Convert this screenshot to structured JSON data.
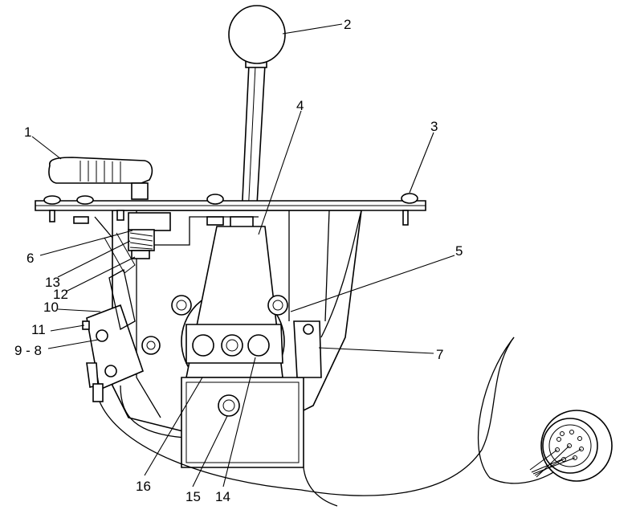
{
  "diagram": {
    "callouts": [
      {
        "id": "c1",
        "text": "1"
      },
      {
        "id": "c2",
        "text": "2"
      },
      {
        "id": "c3",
        "text": "3"
      },
      {
        "id": "c4",
        "text": "4"
      },
      {
        "id": "c5",
        "text": "5"
      },
      {
        "id": "c6",
        "text": "6"
      },
      {
        "id": "c7",
        "text": "7"
      },
      {
        "id": "c98",
        "text": "9 - 8"
      },
      {
        "id": "c10",
        "text": "10"
      },
      {
        "id": "c11",
        "text": "11"
      },
      {
        "id": "c12",
        "text": "12"
      },
      {
        "id": "c13",
        "text": "13"
      },
      {
        "id": "c14",
        "text": "14"
      },
      {
        "id": "c15",
        "text": "15"
      },
      {
        "id": "c16",
        "text": "16"
      }
    ]
  }
}
